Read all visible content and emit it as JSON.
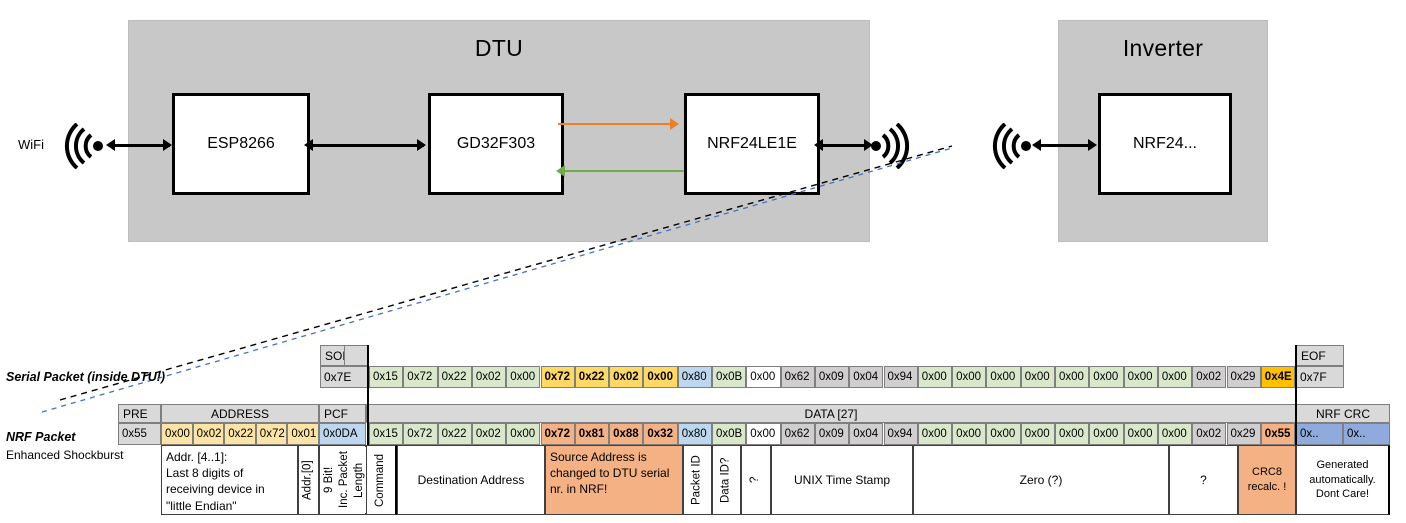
{
  "diagram": {
    "dtu": {
      "title": "DTU",
      "chips": [
        {
          "name": "esp",
          "label": "ESP8266"
        },
        {
          "name": "gd32",
          "label": "GD32F303"
        },
        {
          "name": "nrf24le1e",
          "label": "NRF24LE1E"
        }
      ],
      "wifi_label": "WiFi"
    },
    "inverter": {
      "title": "Inverter",
      "chip_label": "NRF24..."
    },
    "colors": {
      "orange": "#ED8022",
      "green": "#70AD47",
      "group_fill": "#c8c8c8"
    }
  },
  "serial_packet": {
    "row_label": "Serial Packet (inside DTU!)",
    "sof_header": "SOF",
    "eof_header": "EOF",
    "sof_value": "0x7E",
    "eof_value": "0x7F",
    "bytes": [
      {
        "v": "0x15",
        "c": "g",
        "b": false
      },
      {
        "v": "0x72",
        "c": "g",
        "b": false
      },
      {
        "v": "0x22",
        "c": "g",
        "b": false
      },
      {
        "v": "0x02",
        "c": "g",
        "b": false
      },
      {
        "v": "0x00",
        "c": "g",
        "b": false
      },
      {
        "v": "0x72",
        "c": "ye",
        "b": true
      },
      {
        "v": "0x22",
        "c": "ye",
        "b": true
      },
      {
        "v": "0x02",
        "c": "ye",
        "b": true
      },
      {
        "v": "0x00",
        "c": "ye",
        "b": true
      },
      {
        "v": "0x80",
        "c": "bl",
        "b": false
      },
      {
        "v": "0x0B",
        "c": "g",
        "b": false
      },
      {
        "v": "0x00",
        "c": "",
        "b": false
      },
      {
        "v": "0x62",
        "c": "gr",
        "b": false
      },
      {
        "v": "0x09",
        "c": "gr",
        "b": false
      },
      {
        "v": "0x04",
        "c": "gr",
        "b": false
      },
      {
        "v": "0x94",
        "c": "gr",
        "b": false
      },
      {
        "v": "0x00",
        "c": "g",
        "b": false
      },
      {
        "v": "0x00",
        "c": "g",
        "b": false
      },
      {
        "v": "0x00",
        "c": "g",
        "b": false
      },
      {
        "v": "0x00",
        "c": "g",
        "b": false
      },
      {
        "v": "0x00",
        "c": "g",
        "b": false
      },
      {
        "v": "0x00",
        "c": "g",
        "b": false
      },
      {
        "v": "0x00",
        "c": "g",
        "b": false
      },
      {
        "v": "0x00",
        "c": "g",
        "b": false
      },
      {
        "v": "0x02",
        "c": "gr",
        "b": false
      },
      {
        "v": "0x29",
        "c": "gr",
        "b": false
      },
      {
        "v": "0x4E",
        "c": "am",
        "b": true
      }
    ]
  },
  "nrf_packet": {
    "row_label": "NRF Packet",
    "sub_label": "Enhanced Shockburst",
    "headers": [
      {
        "label": "PRE",
        "c": "gy-l"
      },
      {
        "label": "ADDRESS",
        "c": "ylt"
      },
      {
        "label": "PCF",
        "c": "bl"
      },
      {
        "label": "DATA [27]",
        "c": "f5"
      },
      {
        "label": "NRF CRC",
        "c": "nb"
      }
    ],
    "pre_value": "0x55",
    "address_values": [
      "0x00",
      "0x02",
      "0x22",
      "0x72",
      "0x01"
    ],
    "pcf_value": "0x0DA",
    "crc_values": [
      "0x..",
      "0x.."
    ],
    "bytes": [
      {
        "v": "0x15",
        "c": "g",
        "b": false
      },
      {
        "v": "0x72",
        "c": "g",
        "b": false
      },
      {
        "v": "0x22",
        "c": "g",
        "b": false
      },
      {
        "v": "0x02",
        "c": "g",
        "b": false
      },
      {
        "v": "0x00",
        "c": "g",
        "b": false
      },
      {
        "v": "0x72",
        "c": "sa",
        "b": true
      },
      {
        "v": "0x81",
        "c": "sa",
        "b": true
      },
      {
        "v": "0x88",
        "c": "sa",
        "b": true
      },
      {
        "v": "0x32",
        "c": "sa",
        "b": true
      },
      {
        "v": "0x80",
        "c": "bl",
        "b": false
      },
      {
        "v": "0x0B",
        "c": "g",
        "b": false
      },
      {
        "v": "0x00",
        "c": "",
        "b": false
      },
      {
        "v": "0x62",
        "c": "gr",
        "b": false
      },
      {
        "v": "0x09",
        "c": "gr",
        "b": false
      },
      {
        "v": "0x04",
        "c": "gr",
        "b": false
      },
      {
        "v": "0x94",
        "c": "gr",
        "b": false
      },
      {
        "v": "0x00",
        "c": "g",
        "b": false
      },
      {
        "v": "0x00",
        "c": "g",
        "b": false
      },
      {
        "v": "0x00",
        "c": "g",
        "b": false
      },
      {
        "v": "0x00",
        "c": "g",
        "b": false
      },
      {
        "v": "0x00",
        "c": "g",
        "b": false
      },
      {
        "v": "0x00",
        "c": "g",
        "b": false
      },
      {
        "v": "0x00",
        "c": "g",
        "b": false
      },
      {
        "v": "0x00",
        "c": "g",
        "b": false
      },
      {
        "v": "0x02",
        "c": "gr",
        "b": false
      },
      {
        "v": "0x29",
        "c": "gr",
        "b": false
      },
      {
        "v": "0x55",
        "c": "sa",
        "b": true
      }
    ],
    "descriptions": {
      "address": "Addr. [4..1]:\nLast 8 digits of receiving device in \"little Endian\"",
      "addr0": "Addr.[0]",
      "pcf": "9 Bit!\nInc. Packet Length",
      "pcf_line1": "9 Bit!",
      "pcf_line2": "Inc. Packet",
      "pcf_line3": "Length",
      "command": "Command",
      "destination": "Destination Address",
      "source": "Source Address is changed to DTU serial nr. in NRF!",
      "packet_id": "Packet ID",
      "data_id": "Data ID?",
      "unknown1": "?",
      "unix": "UNIX Time Stamp",
      "zero": "Zero (?)",
      "unknown2": "?",
      "crc8": "CRC8 recalc. !",
      "nrf_crc": "Generated automatically. Dont Care!"
    }
  }
}
